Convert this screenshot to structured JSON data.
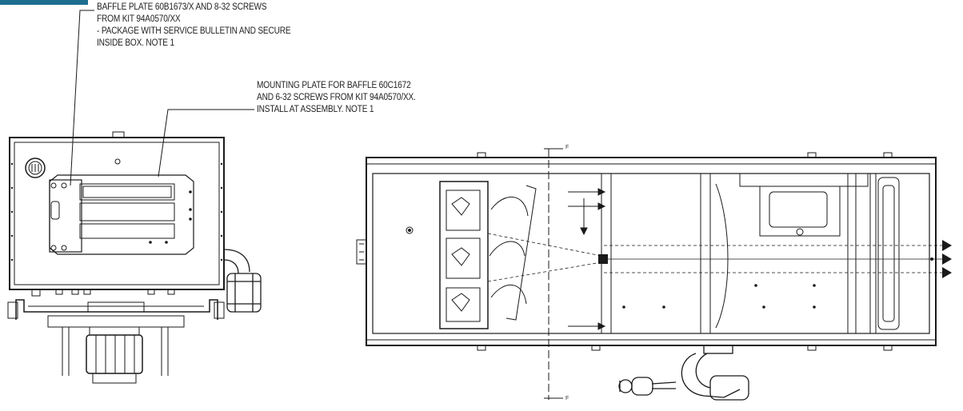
{
  "callouts": {
    "baffle_plate": [
      "BAFFLE PLATE 60B1673/X AND 8-32 SCREWS",
      "FROM KIT 94A0570/XX",
      "- PACKAGE WITH SERVICE BULLETIN AND SECURE",
      "INSIDE BOX.  NOTE 1"
    ],
    "mounting_plate": [
      "MOUNTING PLATE FOR BAFFLE 60C1672",
      "AND 6-32 SCREWS FROM KIT 94A0570/XX.",
      "INSTALL AT ASSEMBLY.  NOTE 1"
    ]
  },
  "section_marker": "F",
  "colors": {
    "line": "#1a1a1a",
    "title_bar": "#1d6e8f"
  }
}
